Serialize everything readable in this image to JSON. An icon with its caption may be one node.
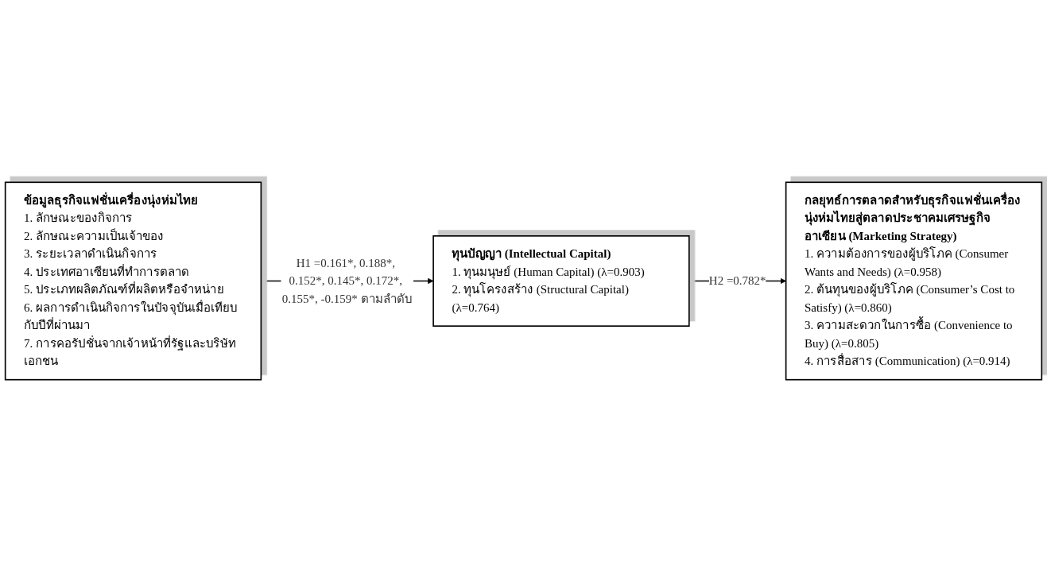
{
  "diagram": {
    "nodes": [
      {
        "text": [
          "ข้อมูลธุรกิจแฟชั่นเครื่องนุ่งห่มไทย",
          "1. ลักษณะของกิจการ",
          "2. ลักษณะความเป็นเจ้าของ",
          "3. ระยะเวลาดำเนินกิจการ",
          "4. ประเทศอาเซียนที่ทำการตลาด",
          "5. ประเภทผลิตภัณฑ์ที่ผลิตหรือจำหน่าย",
          "6. ผลการดำเนินกิจการในปัจจุบันเมื่อเทียบกับปีที่ผ่านมา",
          "7. การคอรัปชั่นจากเจ้าหน้าที่รัฐและบริษัทเอกชน"
        ]
      },
      {
        "text": [
          "ทุนปัญญา (Intellectual Capital)",
          "1. ทุนมนุษย์ (Human Capital) (λ=0.903)",
          "2. ทุนโครงสร้าง (Structural Capital) (λ=0.764)"
        ]
      },
      {
        "text": [
          "กลยุทธ์การตลาดสำหรับธุรกิจแฟชั่นเครื่องนุ่งห่มไทยสู่ตลาดประชาคมเศรษฐกิจอาเซียน (Marketing Strategy)",
          "1. ความต้องการของผู้บริโภค (Consumer Wants and Needs) (λ=0.958)",
          "2. ต้นทุนของผู้บริโภค (Consumer’s Cost to Satisfy) (λ=0.860)",
          "3. ความสะดวกในการซื้อ (Convenience to Buy) (λ=0.805)",
          "4. การสื่อสาร (Communication) (λ=0.914)"
        ]
      }
    ],
    "edges": [
      {
        "from": 0,
        "to": 1,
        "arrow": "to",
        "label": "H1 =0.161*, 0.188*, 0.152*, 0.145*, 0.172*, 0.155*, -0.159* ตามลำดับ"
      },
      {
        "from": 1,
        "to": 2,
        "arrow": "to",
        "label": "H2 =0.782*"
      }
    ]
  }
}
